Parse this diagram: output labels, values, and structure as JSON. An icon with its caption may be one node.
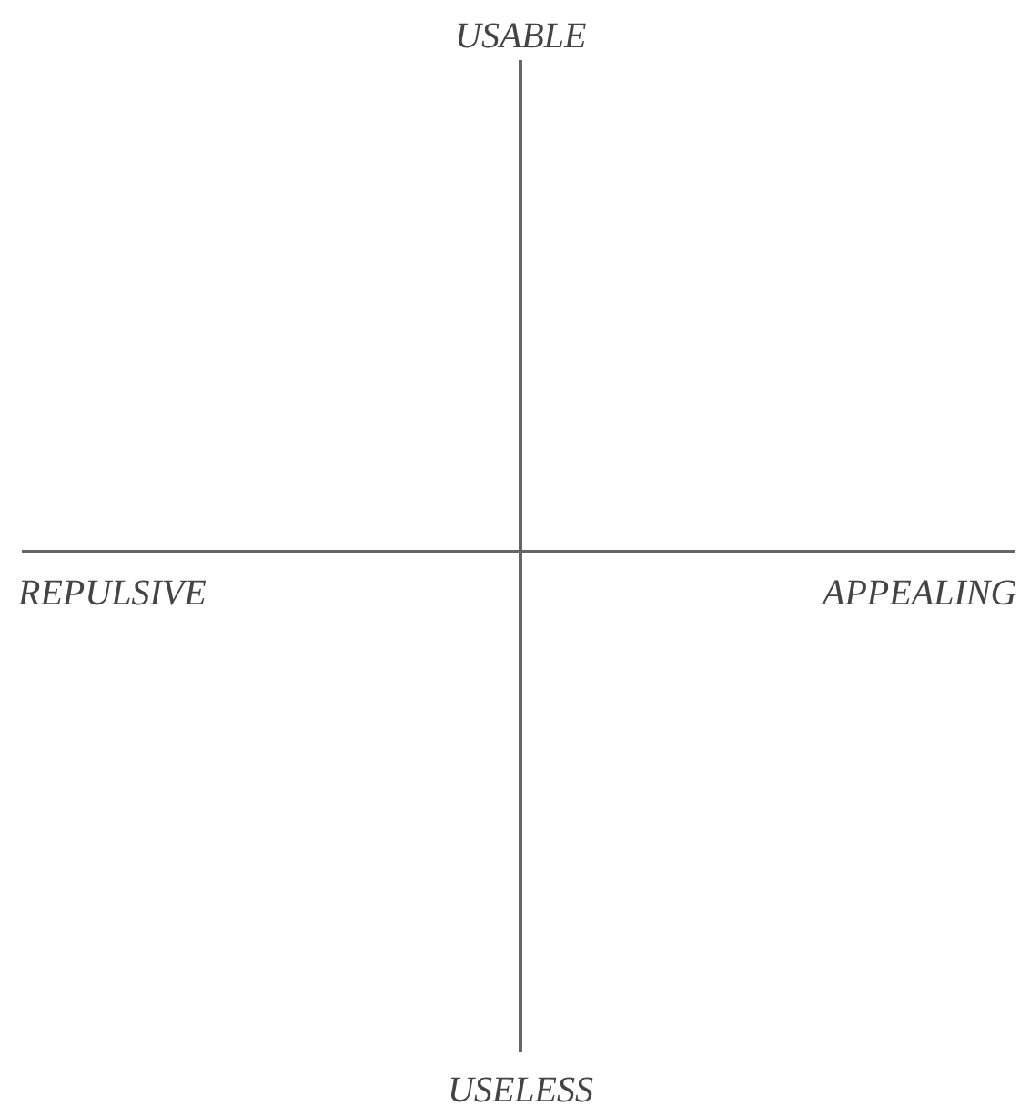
{
  "diagram": {
    "labels": [
      "USABLE",
      "REPULSIVE",
      "APPEALING",
      "USELESS"
    ]
  }
}
